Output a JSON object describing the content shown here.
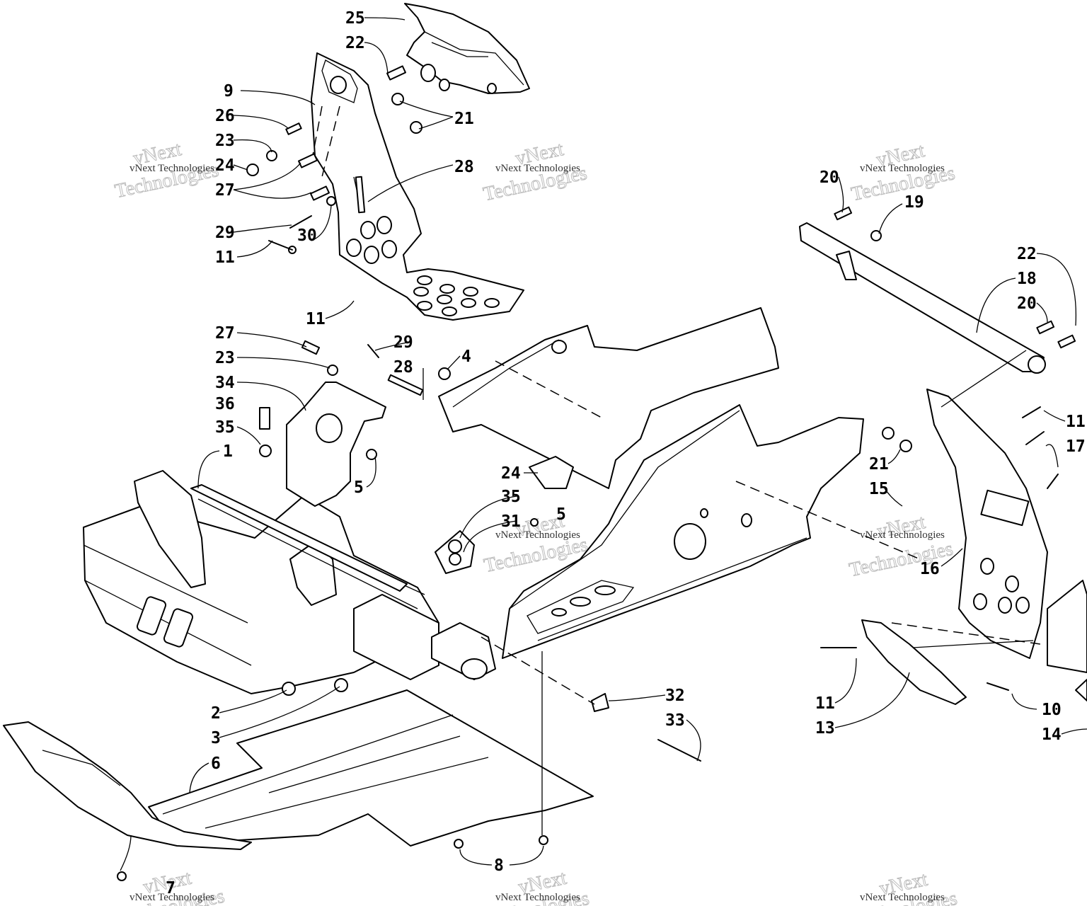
{
  "labels": {
    "l25": "25",
    "l22a": "22",
    "l9": "9",
    "l26": "26",
    "l23a": "23",
    "l24a": "24",
    "l27a": "27",
    "l28a": "28",
    "l21a": "21",
    "l29a": "29",
    "l30": "30",
    "l11a": "11",
    "l11b": "11",
    "l27b": "27",
    "l23b": "23",
    "l34": "34",
    "l36": "36",
    "l35a": "35",
    "l29b": "29",
    "l28b": "28",
    "l4": "4",
    "l1": "1",
    "l5a": "5",
    "l24b": "24",
    "l35b": "35",
    "l31": "31",
    "l5b": "5",
    "l2": "2",
    "l3": "3",
    "l6": "6",
    "l7": "7",
    "l8": "8",
    "l32": "32",
    "l33": "33",
    "l20a": "20",
    "l19": "19",
    "l22b": "22",
    "l18": "18",
    "l20b": "20",
    "l11c": "11",
    "l17": "17",
    "l21b": "21",
    "l15": "15",
    "l16": "16",
    "l11d": "11",
    "l13": "13",
    "l10": "10",
    "l14": "14"
  },
  "watermark": {
    "brand_line": "vNext",
    "company_line": "Technologies",
    "small_text": "vNext Technologies"
  }
}
